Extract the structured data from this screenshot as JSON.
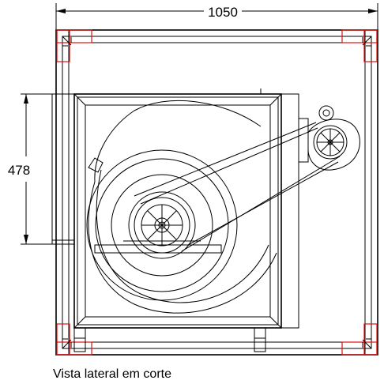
{
  "dimensions": {
    "width_label": "1050",
    "height_label": "478"
  },
  "caption": "Vista lateral em corte",
  "colors": {
    "line": "#000000",
    "corner_marker": "#e01010",
    "background": "#ffffff"
  }
}
